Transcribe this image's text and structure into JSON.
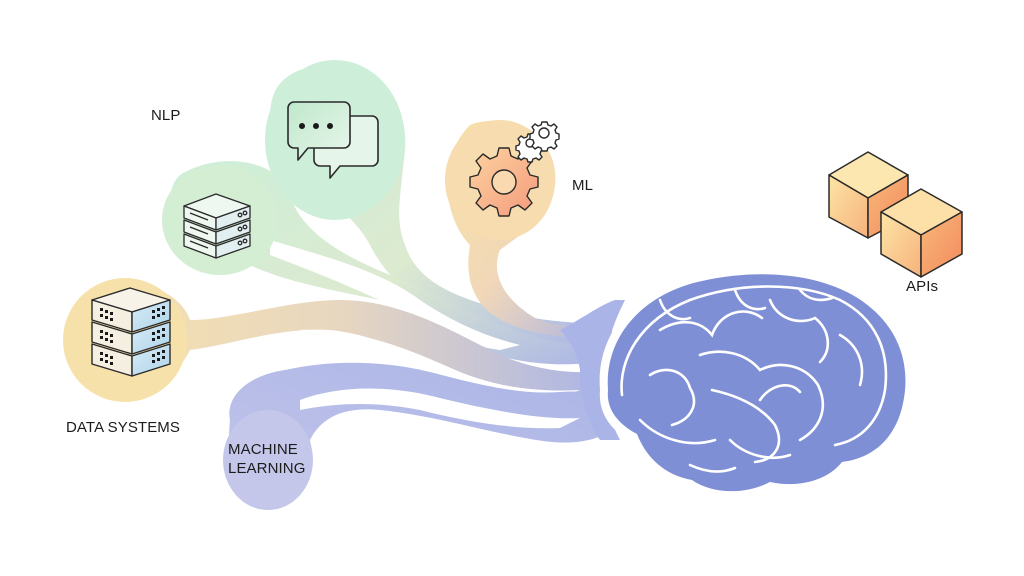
{
  "diagram": {
    "title": "",
    "center": {
      "name": "brain",
      "color": "#7f8fd6"
    },
    "nodes": [
      {
        "id": "nlp",
        "label": "NLP",
        "icon": "chat-bubbles-icon",
        "color": "#cfeed9"
      },
      {
        "id": "servers",
        "label": "",
        "icon": "server-stack-icon",
        "color": "#d6efcf"
      },
      {
        "id": "data",
        "label": "DATA SYSTEMS",
        "icon": "data-server-icon",
        "color": "#f6dfae"
      },
      {
        "id": "ml",
        "label": "ML",
        "icon": "gears-icon",
        "color": "#f6d3a8"
      },
      {
        "id": "machine",
        "label_line1": "MACHINE",
        "label_line2": "LEARNING",
        "icon": "",
        "color": "#c4c7ea"
      },
      {
        "id": "apis",
        "label": "APIs",
        "icon": "cubes-icon",
        "color": "#f7b77a"
      }
    ],
    "colors": {
      "stroke": "#2a2a2a",
      "brain": "#7f8fd6",
      "stream_start_green": "#c9ecd2",
      "stream_start_orange": "#f4d9a9",
      "stream_end_blue": "#a9b3e6"
    }
  }
}
